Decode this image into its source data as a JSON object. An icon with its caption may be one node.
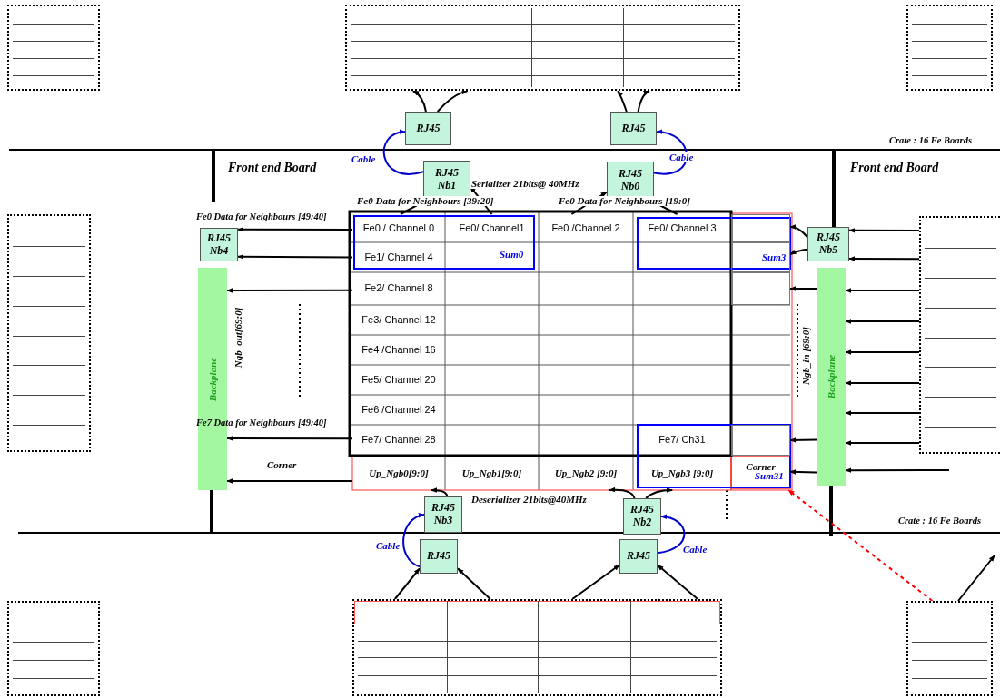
{
  "diagram": {
    "nodes": [
      {
        "text": [],
        "shape": "box"
      },
      {
        "text": [],
        "shape": "box"
      },
      {
        "text": [],
        "shape": "box"
      },
      {
        "text": [
          "RJ45"
        ]
      },
      {
        "text": [
          "RJ45"
        ]
      },
      {
        "text": [
          "RJ45 Nb1"
        ]
      },
      {
        "text": [
          "RJ45 Nb0"
        ]
      },
      {
        "text": [],
        "shape": "box"
      },
      {
        "text": [
          "RJ45 Nb4"
        ]
      },
      {
        "text": [
          "Fe0 / Channel 0"
        ]
      },
      {
        "text": [
          "Fe0/ Channel1"
        ]
      },
      {
        "text": [
          "Fe0 /Channel 2"
        ]
      },
      {
        "text": [
          "Fe0/ Channel 3"
        ]
      },
      {
        "text": [],
        "shape": "box"
      },
      {
        "text": [
          "RJ45 Nb5"
        ]
      },
      {
        "text": [],
        "shape": "box"
      },
      {
        "text": [
          "Fe1/ Channel 4"
        ]
      },
      {
        "text": [],
        "shape": "box"
      },
      {
        "text": [
          "Fe2/ Channel 8"
        ]
      },
      {
        "text": [],
        "shape": "box"
      },
      {
        "text": [
          "Backplane"
        ],
        "beside": [
          "Ngb_out[69:0]"
        ]
      },
      {
        "text": [
          "Backplane"
        ],
        "beside": [
          "Ngb_in [69:0]"
        ]
      },
      {
        "text": [
          "Fe3/ Channel 12"
        ]
      },
      {
        "text": [
          "Fe4 /Channel 16"
        ]
      },
      {
        "text": [
          "Fe5/ Channel 20"
        ]
      },
      {
        "text": [
          "Fe6 /Channel 24"
        ]
      },
      {
        "text": [
          "Fe7/ Channel 28"
        ]
      },
      {
        "text": [
          "Fe7/ Ch31"
        ]
      },
      {
        "text": [],
        "shape": "box"
      },
      {
        "text": [
          "Up_Ngb0[9:0]"
        ]
      },
      {
        "text": [
          "Up_Ngb1[9:0]"
        ]
      },
      {
        "text": [
          "Up_Ngb2 [9:0]"
        ]
      },
      {
        "text": [
          "Up_Ngb3 [9:0]"
        ]
      },
      {
        "text": [
          "Corner"
        ]
      },
      {
        "text": [
          "RJ45 Nb3"
        ]
      },
      {
        "text": [
          "RJ45 Nb2"
        ]
      },
      {
        "text": [
          "RJ45"
        ]
      },
      {
        "text": [
          "RJ45"
        ]
      },
      {
        "text": [],
        "shape": "box"
      },
      {
        "text": [],
        "shape": "box"
      },
      {
        "text": [],
        "shape": "box"
      }
    ],
    "edges": [
      {
        "from": 3,
        "to": 1,
        "arrow": "to"
      },
      {
        "from": 3,
        "to": 1,
        "arrow": "to"
      },
      {
        "from": 4,
        "to": 1,
        "arrow": "to"
      },
      {
        "from": 4,
        "to": 1,
        "arrow": "to"
      },
      {
        "from": 5,
        "to": 3,
        "arrow": "to",
        "label": "Cable",
        "color": "#0000cc"
      },
      {
        "from": 6,
        "to": 4,
        "arrow": "to",
        "label": "Cable",
        "color": "#0000cc"
      },
      {
        "from": 9,
        "to": 5,
        "arrow": "to"
      },
      {
        "from": 10,
        "to": 5,
        "arrow": "to"
      },
      {
        "from": 11,
        "to": 6,
        "arrow": "to"
      },
      {
        "from": 12,
        "to": 6,
        "arrow": "to"
      },
      {
        "from": 9,
        "to": 8,
        "arrow": "to"
      },
      {
        "from": 16,
        "to": 8,
        "arrow": "to"
      },
      {
        "from": 18,
        "to": 20,
        "arrow": "to"
      },
      {
        "from": 26,
        "to": 20,
        "arrow": "to"
      },
      {
        "from": 29,
        "to": 20,
        "arrow": "to"
      },
      {
        "from": 14,
        "to": 13,
        "arrow": "to"
      },
      {
        "from": 14,
        "to": 17,
        "arrow": "to"
      },
      {
        "from": 15,
        "to": 14,
        "arrow": "to"
      },
      {
        "from": 15,
        "to": 14,
        "arrow": "to"
      },
      {
        "from": 15,
        "to": 21,
        "arrow": "to"
      },
      {
        "from": 15,
        "to": 21,
        "arrow": "to"
      },
      {
        "from": 15,
        "to": 21,
        "arrow": "to"
      },
      {
        "from": 15,
        "to": 21,
        "arrow": "to"
      },
      {
        "from": 15,
        "to": 21,
        "arrow": "to"
      },
      {
        "from": 15,
        "to": 21,
        "arrow": "to"
      },
      {
        "from": null,
        "to": 21,
        "arrow": "to"
      },
      {
        "from": 21,
        "to": 19,
        "arrow": "to"
      },
      {
        "from": 21,
        "to": 28,
        "arrow": "to"
      },
      {
        "from": 21,
        "to": 33,
        "arrow": "to"
      },
      {
        "from": 34,
        "to": 29,
        "arrow": "to"
      },
      {
        "from": 35,
        "to": 31,
        "arrow": "to"
      },
      {
        "from": 35,
        "to": 32,
        "arrow": "to"
      },
      {
        "from": 36,
        "to": 34,
        "arrow": "to",
        "label": "Cable",
        "color": "#0000cc"
      },
      {
        "from": 37,
        "to": 35,
        "arrow": "to",
        "label": "Cable",
        "color": "#0000cc"
      },
      {
        "from": 39,
        "to": 36,
        "arrow": "to"
      },
      {
        "from": 39,
        "to": 36,
        "arrow": "to"
      },
      {
        "from": 39,
        "to": 37,
        "arrow": "to"
      },
      {
        "from": 39,
        "to": 37,
        "arrow": "to"
      },
      {
        "from": 40,
        "to": null,
        "arrow": "to"
      },
      {
        "from": 40,
        "to": 33,
        "arrow": "to",
        "style": "dashed",
        "color": "#ff0000"
      }
    ],
    "labels": [
      "Crate : 16 Fe Boards",
      "Front end Board",
      "Front end Board",
      "Serializer 21bits@ 40MHz",
      "Fe0 Data for Neighbours [39:20]",
      "Fe0 Data for Neighbours [19:0]",
      "Fe0 Data for Neighbours [49:40]",
      "Sum0",
      "Sum3",
      "Fe7 Data for Neighbours [49:40]",
      "Corner",
      "Sum31",
      "Deserializer 21bits@40MHz",
      "Crate : 16 Fe Boards"
    ]
  }
}
